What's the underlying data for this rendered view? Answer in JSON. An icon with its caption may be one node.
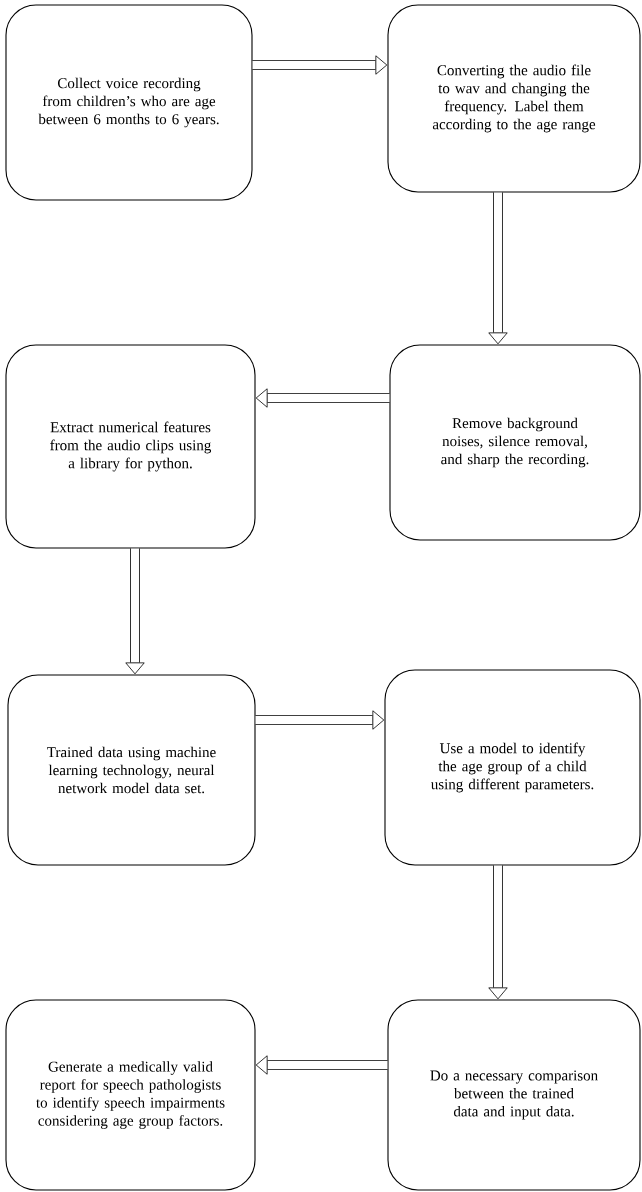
{
  "diagram": {
    "nodes": [
      {
        "text": [
          "Collect voice recording from children’s who are age between 6 months to 6 years."
        ]
      },
      {
        "text": [
          "Converting the audio file to wav and changing the frequency. Label them according to the age range"
        ]
      },
      {
        "text": [
          "Remove background noises, silence removal, and sharp the recording."
        ]
      },
      {
        "text": [
          "Extract numerical features from the audio clips using a library for python."
        ]
      },
      {
        "text": [
          "Trained data using machine learning technology, neural network model data set."
        ]
      },
      {
        "text": [
          "Use a model to identify the age group of a child using different parameters."
        ]
      },
      {
        "text": [
          "Do a necessary comparison between the trained data and input data."
        ]
      },
      {
        "text": [
          "Generate a medically valid report for speech pathologists to identify speech impairments considering age group factors."
        ]
      }
    ],
    "edges": [
      {
        "from": 0,
        "to": 1,
        "arrow": "to"
      },
      {
        "from": 1,
        "to": 2,
        "arrow": "to"
      },
      {
        "from": 2,
        "to": 3,
        "arrow": "to"
      },
      {
        "from": 3,
        "to": 4,
        "arrow": "to"
      },
      {
        "from": 4,
        "to": 5,
        "arrow": "to"
      },
      {
        "from": 5,
        "to": 6,
        "arrow": "to"
      },
      {
        "from": 6,
        "to": 7,
        "arrow": "to"
      }
    ]
  }
}
